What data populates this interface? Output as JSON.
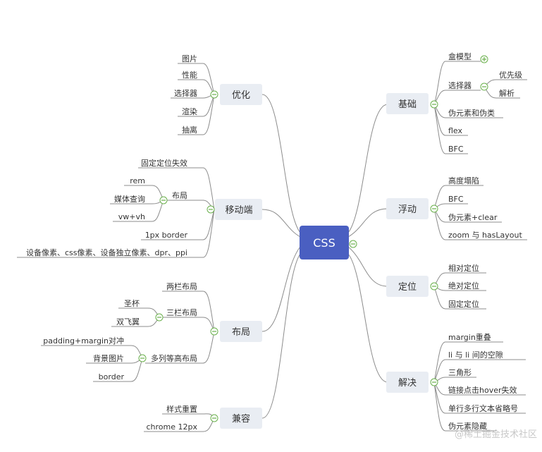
{
  "mindmap": {
    "root": "CSS",
    "branches": {
      "jichu": {
        "label": "基础",
        "children": [
          "盒模型",
          "选择器",
          "优先级",
          "解析",
          "伪元素和伪类",
          "flex",
          "BFC"
        ]
      },
      "fudong": {
        "label": "浮动",
        "children": [
          "高度塌陷",
          "BFC",
          "伪元素+clear",
          "zoom 与 hasLayout"
        ]
      },
      "dingwei": {
        "label": "定位",
        "children": [
          "相对定位",
          "绝对定位",
          "固定定位"
        ]
      },
      "jiejue": {
        "label": "解决",
        "children": [
          "margin重叠",
          "li 与 li 间的空隙",
          "三角形",
          "链接点击hover失效",
          "单行多行文本省略号",
          "伪元素隐藏"
        ]
      },
      "youhua": {
        "label": "优化",
        "children": [
          "图片",
          "性能",
          "选择器",
          "渲染",
          "抽离"
        ]
      },
      "yidong": {
        "label": "移动端",
        "children": [
          "固定定位失效",
          "rem",
          "媒体查询",
          "vw+vh",
          "布局",
          "1px border",
          "设备像素、css像素、设备独立像素、dpr、ppi"
        ]
      },
      "buju": {
        "label": "布局",
        "children": [
          "两栏布局",
          "圣杯",
          "双飞翼",
          "三栏布局",
          "padding+margin对冲",
          "背景图片",
          "border",
          "多列等高布局"
        ]
      },
      "jianrong": {
        "label": "兼容",
        "children": [
          "样式重置",
          "chrome 12px"
        ]
      }
    }
  },
  "watermark": "@稀土掘金技术社区",
  "colors": {
    "root_fill": "#4a5fc1",
    "branch_fill": "#e9edf3",
    "line": "#8c8c8c",
    "toggle": "#6ab04c"
  }
}
